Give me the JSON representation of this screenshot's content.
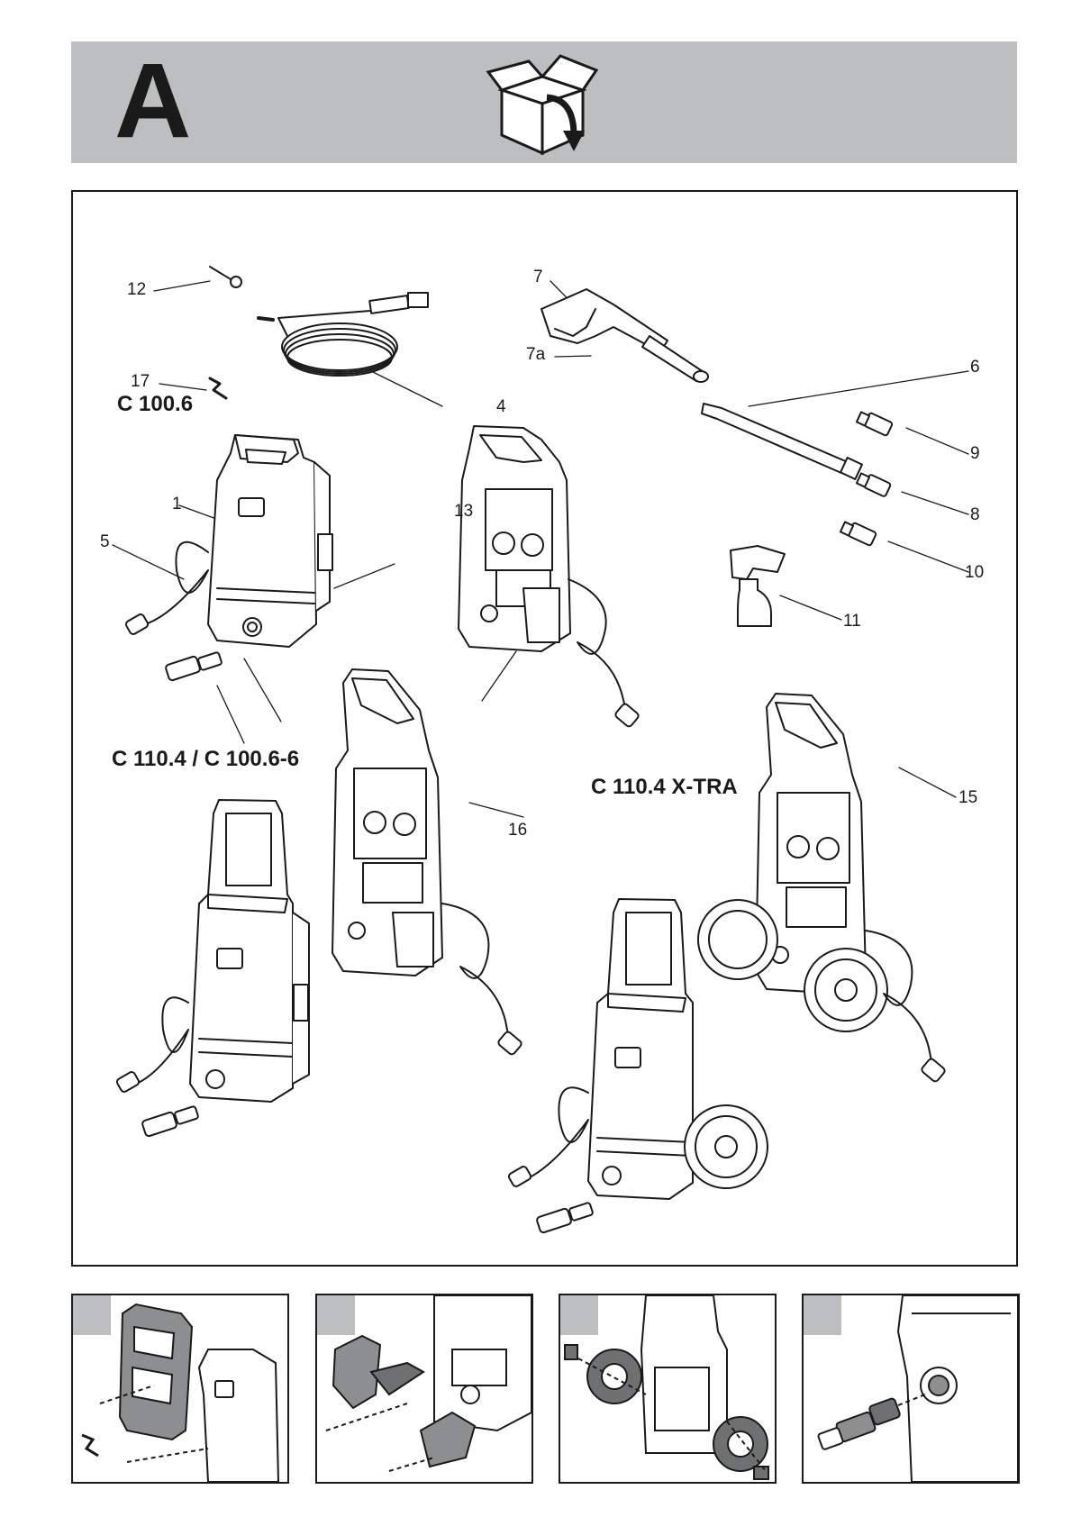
{
  "header": {
    "section_letter": "A",
    "icon": "unboxing-box-icon"
  },
  "models": {
    "c100_6": "C 100.6",
    "c110_4_c100_6_6": "C 110.4 / C 100.6-6",
    "c110_4_xtra": "C 110.4 X-TRA"
  },
  "callouts": {
    "c1": "1",
    "c4": "4",
    "c5": "5",
    "c6": "6",
    "c7": "7",
    "c7a": "7a",
    "c8": "8",
    "c9": "9",
    "c10": "10",
    "c11": "11",
    "c12": "12",
    "c13": "13",
    "c15": "15",
    "c16": "16",
    "c17": "17"
  },
  "steps": [
    {
      "name": "handle-assembly-step",
      "tab": ""
    },
    {
      "name": "holder-assembly-step",
      "tab": ""
    },
    {
      "name": "wheel-assembly-step",
      "tab": ""
    },
    {
      "name": "hose-connector-step",
      "tab": ""
    }
  ],
  "colors": {
    "header_band": "#bdbebf",
    "ink": "#1a1a1a"
  }
}
